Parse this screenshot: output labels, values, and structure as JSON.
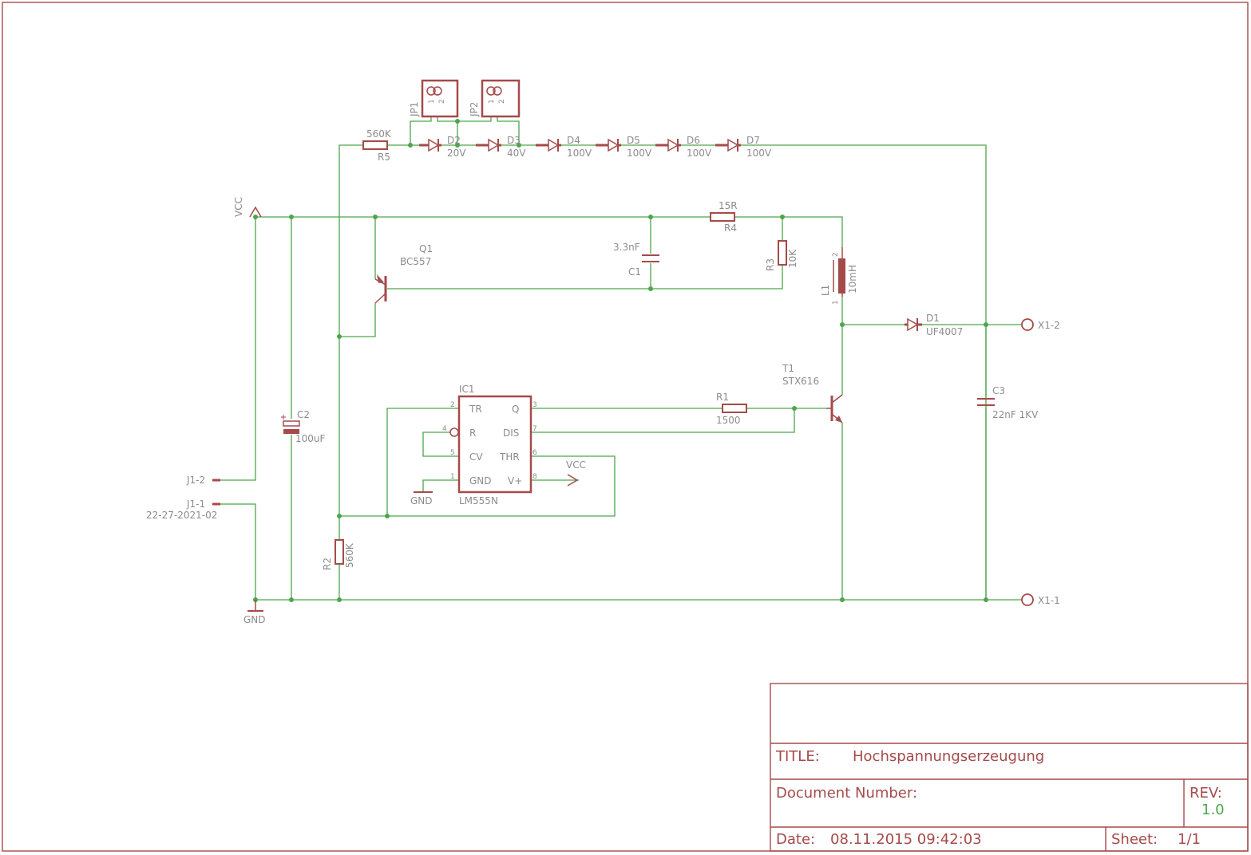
{
  "title_block": {
    "title_label": "TITLE:",
    "title": "Hochspannungserzeugung",
    "doc_number_label": "Document Number:",
    "rev_label": "REV:",
    "rev": "1.0",
    "date_label": "Date:",
    "date": "08.11.2015 09:42:03",
    "sheet_label": "Sheet:",
    "sheet": "1/1"
  },
  "labels": {
    "vcc": "VCC",
    "gnd": "GND",
    "r5_name": "R5",
    "r5_value": "560K",
    "jp1_name": "JP1",
    "jp2_name": "JP2",
    "pin1": "1",
    "pin2": "2",
    "d2_name": "D2",
    "d2_value": "20V",
    "d3_name": "D3",
    "d3_value": "40V",
    "d4_name": "D4",
    "d4_value": "100V",
    "d5_name": "D5",
    "d5_value": "100V",
    "d6_name": "D6",
    "d6_value": "100V",
    "d7_name": "D7",
    "d7_value": "100V",
    "r4_name": "R4",
    "r4_value": "15R",
    "q1_name": "Q1",
    "q1_value": "BC557",
    "c1_name": "C1",
    "c1_value": "3.3nF",
    "r3_name": "R3",
    "r3_value": "10K",
    "l1_name": "L1",
    "l1_value": "10mH",
    "d1_name": "D1",
    "d1_value": "UF4007",
    "x1_2": "X1-2",
    "x1_1": "X1-1",
    "t1_name": "T1",
    "t1_value": "STX616",
    "r1_name": "R1",
    "r1_value": "1500",
    "c3_name": "C3",
    "c3_value": "22nF 1KV",
    "c2_name": "C2",
    "c2_value": "100uF",
    "ic1_name": "IC1",
    "ic1_value": "LM555N",
    "j1_2": "J1-2",
    "j1_1": "J1-1",
    "j1_value": "22-27-2021-02",
    "r2_name": "R2",
    "r2_value": "560K",
    "ic_pins": {
      "tr": "TR",
      "q": "Q",
      "r": "R",
      "dis": "DIS",
      "cv": "CV",
      "thr": "THR",
      "gnd": "GND",
      "vplus": "V+",
      "n1": "1",
      "n2": "2",
      "n3": "3",
      "n4": "4",
      "n5": "5",
      "n6": "6",
      "n7": "7",
      "n8": "8"
    }
  },
  "colors": {
    "wire": "#4ca64c",
    "part": "#a54a4a",
    "text": "#8c8c8c"
  }
}
